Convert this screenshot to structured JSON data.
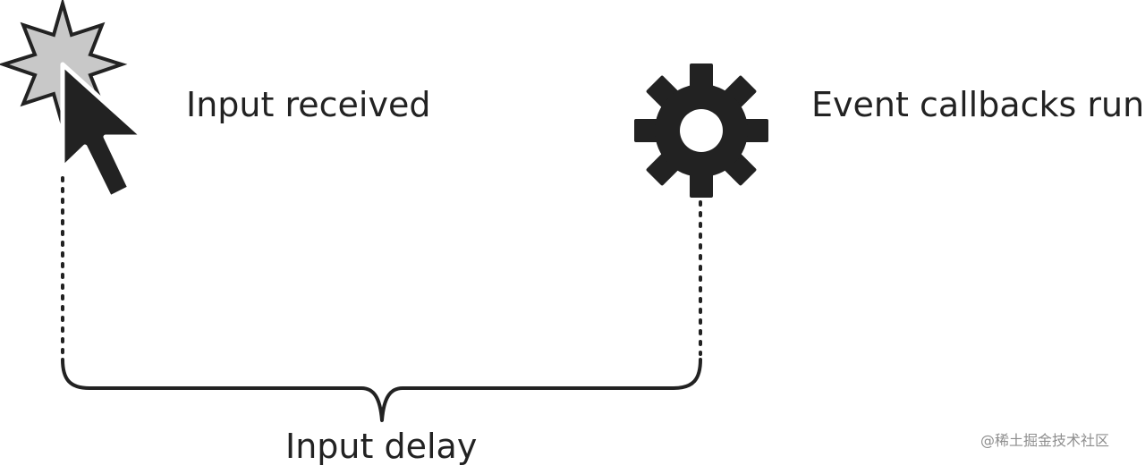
{
  "labels": {
    "input_received": "Input received",
    "event_callbacks": "Event callbacks run",
    "input_delay": "Input delay"
  },
  "watermark": "@稀土掘金技术社区",
  "icons": {
    "start": "starburst-icon",
    "pointer": "mouse-pointer-icon",
    "gear": "gear-icon"
  },
  "colors": {
    "ink": "#222222",
    "starburst_fill": "#c8c8c8",
    "watermark": "#8e8e8e"
  }
}
